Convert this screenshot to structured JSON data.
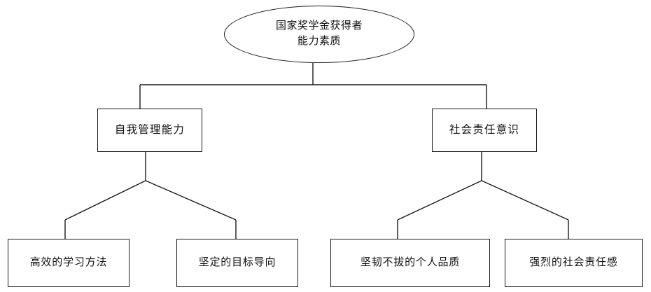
{
  "diagram": {
    "type": "hierarchy-tree",
    "title": "国家奖学金获得者能力素质",
    "background_color": "#ffffff",
    "line_color": "#1a1a1a",
    "text_color": "#111111",
    "root": {
      "id": "root",
      "shape": "ellipse",
      "label": "国家奖学金获得者\n能力素质"
    },
    "level2": [
      {
        "id": "self-management",
        "shape": "rectangle",
        "label": "自我管理能力"
      },
      {
        "id": "social-responsibility",
        "shape": "rectangle",
        "label": "社会责任意识"
      }
    ],
    "level3": [
      {
        "id": "efficient-study-method",
        "shape": "rectangle",
        "label": "高效的学习方法",
        "parent": "self-management"
      },
      {
        "id": "firm-goal-orientation",
        "shape": "rectangle",
        "label": "坚定的目标导向",
        "parent": "self-management"
      },
      {
        "id": "resilient-character",
        "shape": "rectangle",
        "label": "坚韧不拔的个人品质",
        "parent": "social-responsibility"
      },
      {
        "id": "strong-social-responsibility",
        "shape": "rectangle",
        "label": "强烈的社会责任感",
        "parent": "social-responsibility"
      }
    ]
  }
}
